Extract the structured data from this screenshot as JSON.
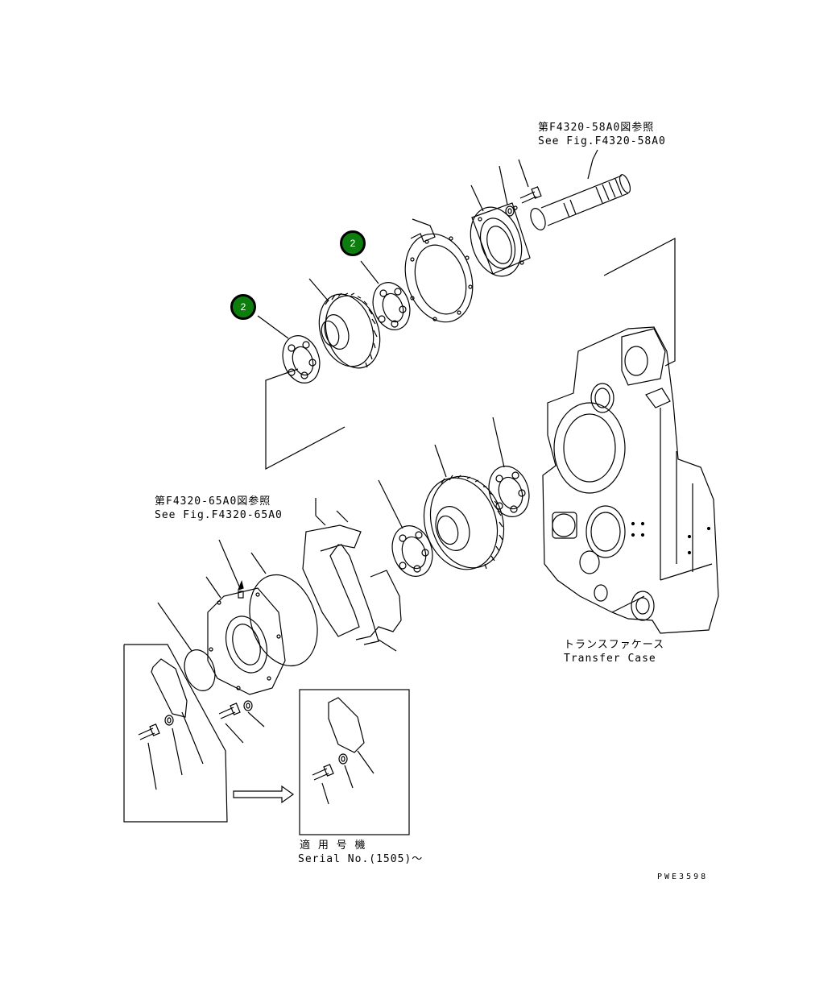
{
  "callouts": [
    {
      "label": "2"
    },
    {
      "label": "2"
    }
  ],
  "refs": {
    "shaft_jp": "第F4320-58A0図参照",
    "shaft_en": "See Fig.F4320-58A0",
    "cover_jp": "第F4320-65A0図参照",
    "cover_en": "See Fig.F4320-65A0"
  },
  "case_label": {
    "jp": "トランスファケース",
    "en": "Transfer Case"
  },
  "serial": {
    "jp": "適 用 号 機",
    "en": "Serial No.(1505)～"
  },
  "drawing_code": "PWE3598",
  "colors": {
    "callout_fill": "#0d7d0d",
    "line": "#000000"
  }
}
